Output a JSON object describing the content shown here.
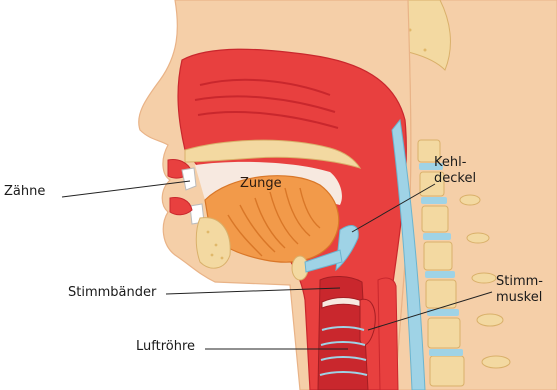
{
  "labels": {
    "teeth": "Zähne",
    "tongue": "Zunge",
    "epiglottis": "Kehl-\ndeckel",
    "vocal_cords": "Stimmbänder",
    "vocal_muscle": "Stimm-\nmuskel",
    "trachea": "Luftröhre"
  },
  "colors": {
    "skin": "#f5cfa8",
    "skin_edge": "#e9b387",
    "tissue": "#e8403f",
    "tissue_dark": "#c9272d",
    "bone": "#f3d9a1",
    "bone_dot": "#e0b86a",
    "tongue": "#f29a4a",
    "airway": "#f7e9e0",
    "cartilage": "#9fd3e6",
    "leader": "#222222"
  }
}
